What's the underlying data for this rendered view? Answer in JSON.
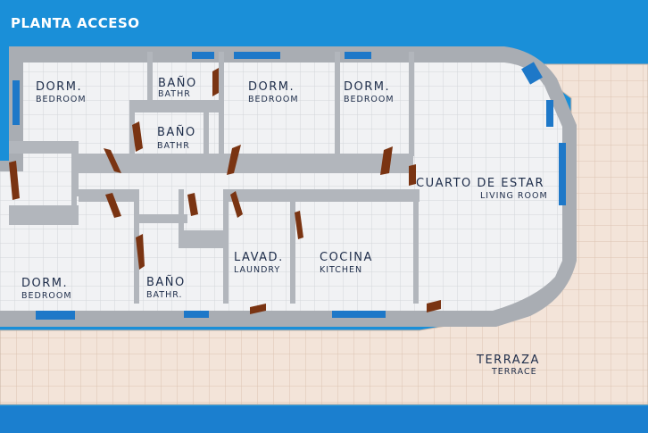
{
  "title": "PLANTA ACCESO",
  "rooms": {
    "dorm1": {
      "es": "DORM.",
      "en": "BEDROOM"
    },
    "bano1": {
      "es": "BAÑO",
      "en": "BATHR"
    },
    "dorm2": {
      "es": "DORM.",
      "en": "BEDROOM"
    },
    "dorm3": {
      "es": "DORM.",
      "en": "BEDROOM"
    },
    "bano2": {
      "es": "BAÑO",
      "en": "BATHR"
    },
    "estar": {
      "es": "CUARTO DE ESTAR",
      "en": "LIVING ROOM"
    },
    "dorm4": {
      "es": "DORM.",
      "en": "BEDROOM"
    },
    "bano3": {
      "es": "BAÑO",
      "en": "BATHR."
    },
    "lavad": {
      "es": "LAVAD.",
      "en": "LAUNDRY"
    },
    "cocina": {
      "es": "COCINA",
      "en": "KITCHEN"
    },
    "terraza": {
      "es": "TERRAZA",
      "en": "TERRACE"
    }
  },
  "colors": {
    "background": "#1a8fd8",
    "floor": "#f1f2f4",
    "terrace_floor": "#f3e4d9",
    "wall": "#a9adb3",
    "door": "#7a3412",
    "window": "#1e78c8"
  }
}
